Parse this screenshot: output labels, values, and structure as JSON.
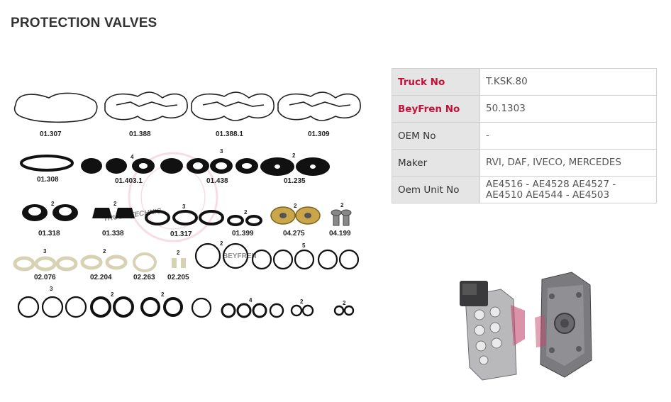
{
  "page": {
    "title": "PROTECTION VALVES"
  },
  "kit": {
    "watermark": "TRUCK TECHNIC",
    "watermark2": "BEYFREN",
    "parts": [
      "01.307",
      "01.388",
      "01.388.1",
      "01.309",
      "01.308",
      "01.403.1",
      "01.438",
      "01.235",
      "01.318",
      "01.338",
      "01.317",
      "01.399",
      "04.275",
      "04.199",
      "02.076",
      "02.204",
      "02.263",
      "02.205"
    ],
    "qty": {
      "q_403": "4",
      "q_438": "3",
      "q_235": "2",
      "q_318": "2",
      "q_338": "2",
      "q_317": "3",
      "q_399": "2",
      "q_275": "2",
      "q_199": "2",
      "q_076": "3",
      "q_204": "2",
      "q_205": "2",
      "q_ringA": "2",
      "q_ringB": "5",
      "q_r3": "3",
      "q_r2a": "2",
      "q_r2b": "2",
      "q_r4": "4",
      "q_r2c": "2",
      "q_r2d": "2"
    }
  },
  "specs": [
    {
      "key": "Truck No",
      "value": "T.KSK.80",
      "highlight": true
    },
    {
      "key": "BeyFren No",
      "value": "50.1303",
      "highlight": true
    },
    {
      "key": "OEM No",
      "value": "-",
      "highlight": false
    },
    {
      "key": "Maker",
      "value": "RVI, DAF, IVECO, MERCEDES",
      "highlight": false
    },
    {
      "key": "Oem Unit No",
      "value": "AE4516 - AE4528 AE4527 - AE4510 AE4544 - AE4503",
      "highlight": false
    }
  ]
}
